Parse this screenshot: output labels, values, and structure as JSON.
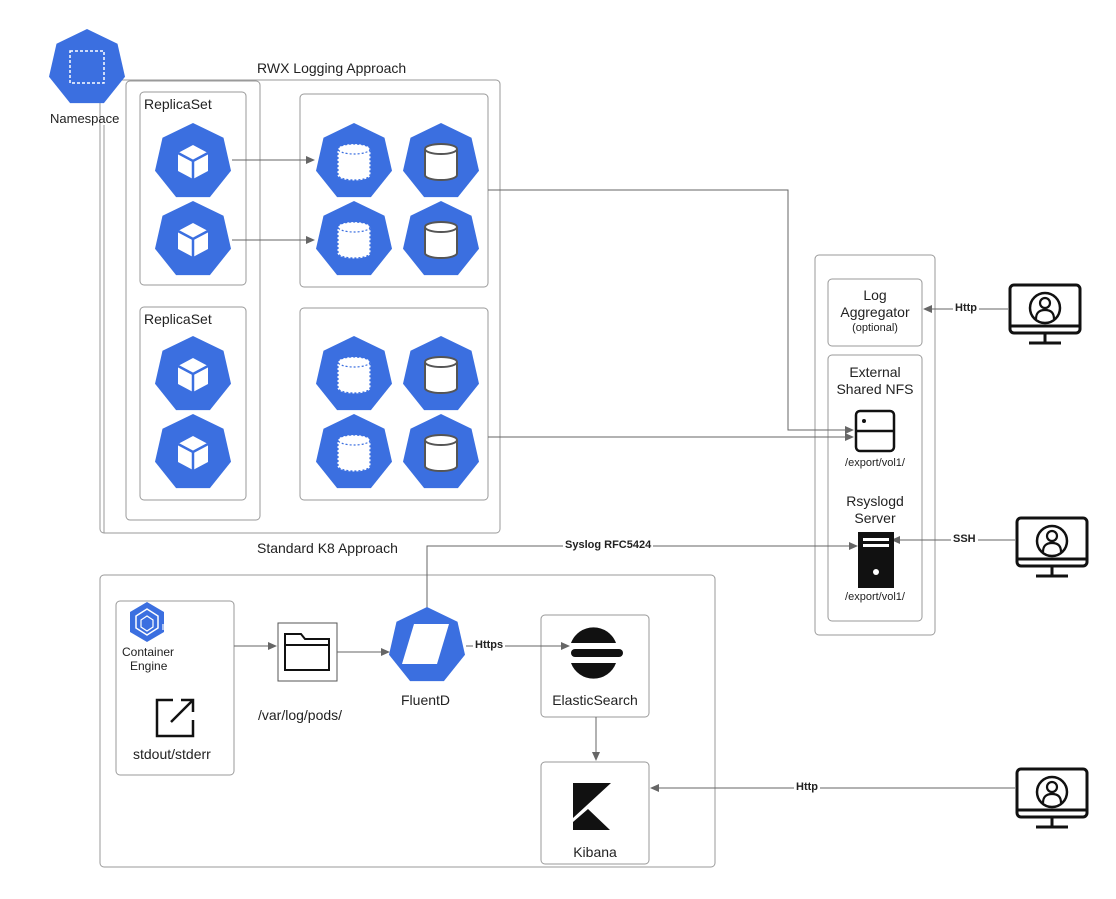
{
  "namespace": {
    "label": "Namespace"
  },
  "rwx": {
    "title": "RWX Logging Approach",
    "replicaset_top": "ReplicaSet",
    "replicaset_bottom": "ReplicaSet"
  },
  "external": {
    "log_aggregator_line1": "Log",
    "log_aggregator_line2": "Aggregator",
    "log_aggregator_note": "(optional)",
    "nfs_line1": "External",
    "nfs_line2": "Shared NFS",
    "nfs_path": "/export/vol1/",
    "rsyslog_line1": "Rsyslogd",
    "rsyslog_line2": "Server",
    "rsyslog_path": "/export/vol1/"
  },
  "standard": {
    "title": "Standard K8 Approach",
    "container_engine_line1": "Container",
    "container_engine_line2": "Engine",
    "stdout": "stdout/stderr",
    "pods_path": "/var/log/pods/",
    "fluentd": "FluentD",
    "elasticsearch": "ElasticSearch",
    "kibana": "Kibana"
  },
  "edges": {
    "http_top": "Http",
    "ssh": "SSH",
    "syslog": "Syslog RFC5424",
    "https": "Https",
    "http_bottom": "Http"
  },
  "colors": {
    "k8s_blue": "#3b6fe0",
    "line": "#666666",
    "box_border": "#9a9a9a"
  },
  "icons": {
    "namespace": "namespace-icon",
    "pod": "pod-cube-icon",
    "pv": "persistent-volume-icon",
    "pvc": "persistent-volume-claim-icon",
    "user": "user-monitor-icon",
    "server": "server-rack-icon",
    "tower": "server-tower-icon",
    "folder": "folder-icon",
    "external_link": "external-link-icon",
    "elastic": "elasticsearch-logo-icon",
    "kibana": "kibana-logo-icon",
    "fluentd": "fluentd-icon",
    "container_engine": "container-engine-icon"
  }
}
